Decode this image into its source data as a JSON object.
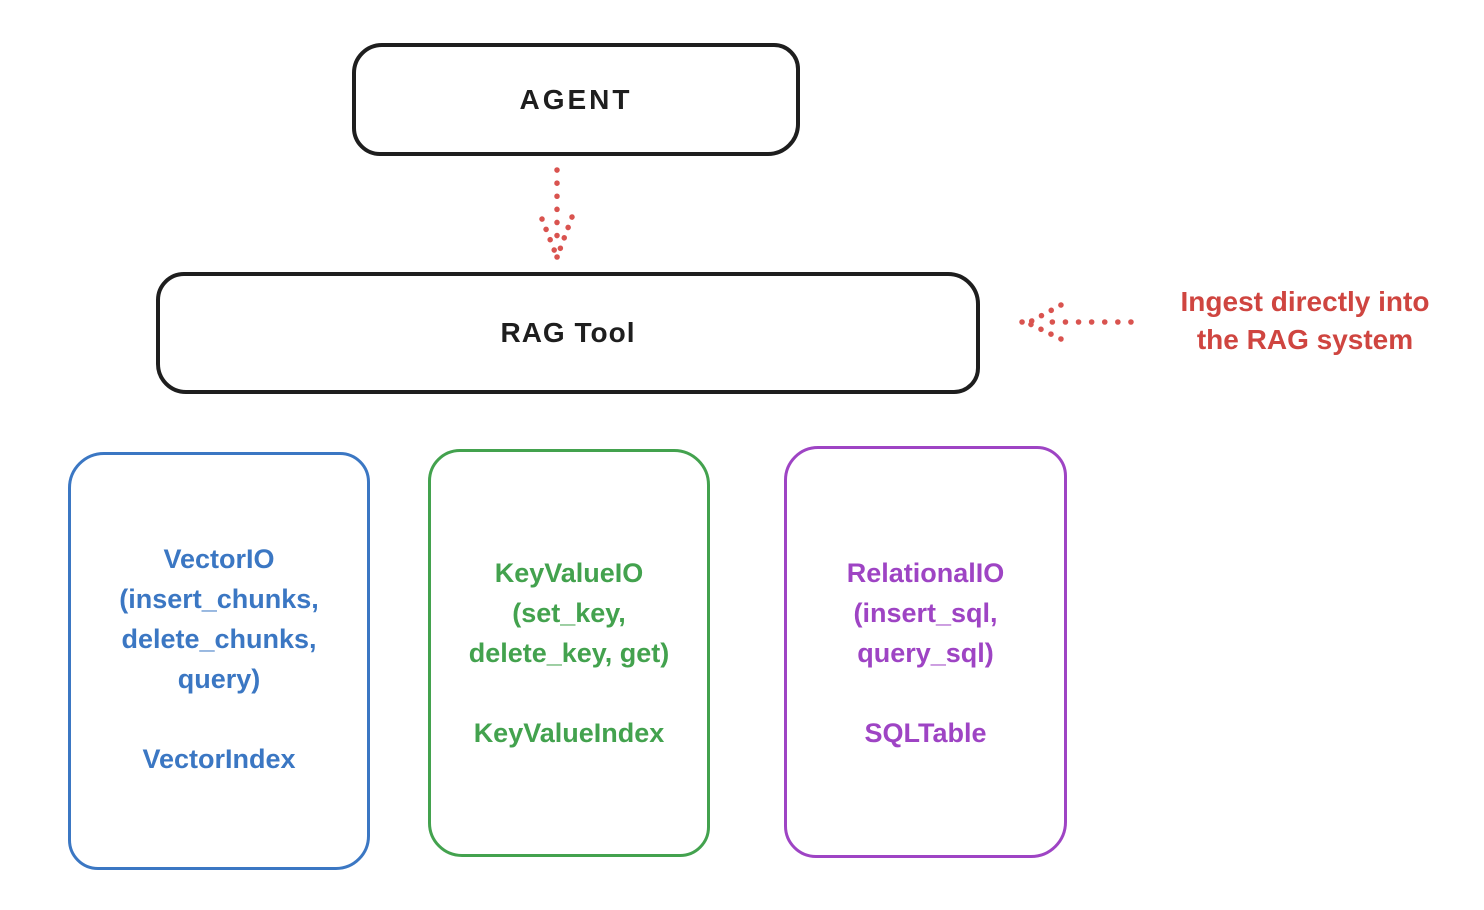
{
  "diagram": {
    "agent_box": {
      "label": "AGENT"
    },
    "rag_tool_box": {
      "label": "RAG Tool"
    },
    "annotation": {
      "line1": "Ingest directly into",
      "line2": "the RAG system"
    },
    "arrows": [
      {
        "name": "agent-to-rag-tool",
        "style": "dotted",
        "color": "#d9534f",
        "direction": "down"
      },
      {
        "name": "annotation-to-rag-tool",
        "style": "dotted",
        "color": "#d9534f",
        "direction": "left"
      }
    ],
    "backends": [
      {
        "name": "VectorIO",
        "lines": [
          "VectorIO",
          "(insert_chunks,",
          "delete_chunks,",
          "query)"
        ],
        "index_label": "VectorIndex",
        "color": "#3b77c3"
      },
      {
        "name": "KeyValueIO",
        "lines": [
          "KeyValueIO",
          "(set_key,",
          "delete_key, get)"
        ],
        "index_label": "KeyValueIndex",
        "color": "#43a24e"
      },
      {
        "name": "RelationalIO",
        "lines": [
          "RelationalIO",
          "(insert_sql,",
          "query_sql)"
        ],
        "index_label": "SQLTable",
        "color": "#9e44c4"
      }
    ]
  },
  "colors": {
    "background": "#ffffff",
    "box_border_black": "#1e1e1e",
    "arrow_red": "#d9534f",
    "annotation_red": "#cf4540",
    "vector_blue": "#3b77c3",
    "keyvalue_green": "#43a24e",
    "relational_purple": "#9e44c4"
  }
}
